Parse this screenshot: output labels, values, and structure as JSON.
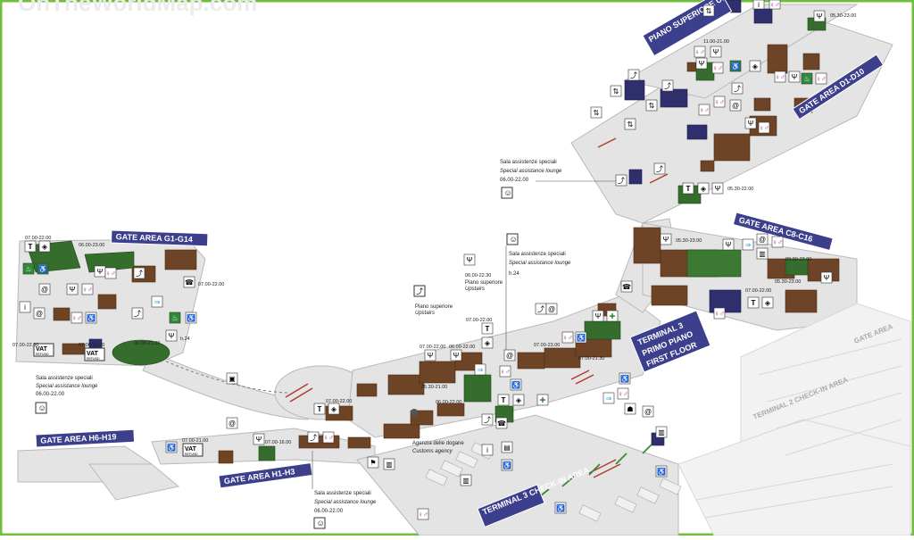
{
  "watermark": "OnTheWorldMap.com",
  "colors": {
    "floor": "#e4e4e4",
    "floor_edge": "#b9b9b9",
    "shop": "#6e4426",
    "shop_top": "#9a6a43",
    "green": "#356e2c",
    "navy": "#2f2f6e",
    "banner": "#3b3f8c",
    "frame": "#6fbf3b"
  },
  "gate_labels": {
    "g": "GATE AREA G1-G14",
    "h19": "GATE AREA H6-H19",
    "h3": "GATE AREA H1-H3",
    "c": "GATE AREA C8-C16",
    "d": "GATE AREA D1-D10",
    "upstairs": "PIANO SUPERIORE UPSTAIRS"
  },
  "terminal": {
    "line1": "TERMINAL 3",
    "line2": "PRIMO PIANO",
    "line3": "FIRST FLOOR"
  },
  "terminal2": "TERMINAL 2 CHECK-IN AREA",
  "terminal3_checkin": "TERMINAL 3 CHECK-IN AREA",
  "gate_area_right": "GATE AREA",
  "lounges": [
    {
      "name": "Sala assistenze speciali",
      "sub": "Special assistance lounge",
      "hours": "06.00-22.00"
    },
    {
      "name": "Sala assistenze speciali",
      "sub": "Special assistance lounge",
      "hours": "h.24"
    },
    {
      "name": "Sala assistenze speciali",
      "sub": "Special assistance lounge",
      "hours": "06.00-22.00"
    },
    {
      "name": "Sala assistenze speciali",
      "sub": "Special assistance lounge",
      "hours": "06.00-22.00"
    }
  ],
  "piano_superiore": {
    "name": "Piano superiore",
    "sub": "Upstairs"
  },
  "customs": {
    "name": "Agenzia delle dogane",
    "sub": "Customs agency"
  },
  "vat": "VAT",
  "refund": "REFUND",
  "hours": [
    "07.00-22.00",
    "06.00-23.00",
    "07.00-22.00",
    "07.00-21.00",
    "06.00-21.00",
    "h.24",
    "07.00-22.00",
    "07.00-21.00",
    "07.00-16.00",
    "07.00-22.00",
    "05.30-21.00",
    "07.00-22.00",
    "06.00-22.30",
    "07.00-22.00",
    "06.00-22.00",
    "06.00-22.00",
    "07.00-23.00",
    "07.00-21.30",
    "05.30-23.00",
    "11.00-21.00",
    "05.30-22.00",
    "05.30-23.00",
    "09.30-23.00",
    "07.00-22.00",
    "05.30-23.00"
  ]
}
